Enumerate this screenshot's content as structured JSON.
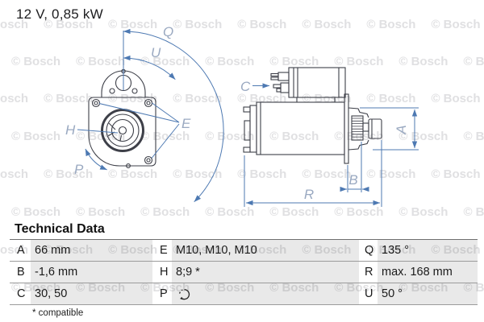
{
  "title": "12 V, 0,85 kW",
  "watermark": {
    "text": "© Bosch"
  },
  "diagram": {
    "front_labels": {
      "Q": "Q",
      "U": "U",
      "E": "E",
      "H": "H",
      "P": "P"
    },
    "side_labels": {
      "C": "C",
      "A": "A",
      "B": "B",
      "R": "R"
    }
  },
  "table": {
    "heading": "Technical Data",
    "rows": [
      {
        "c1": {
          "key": "A",
          "value": "66 mm"
        },
        "c2": {
          "key": "E",
          "value": "M10, M10, M10"
        },
        "c3": {
          "key": "Q",
          "value": "135 °"
        }
      },
      {
        "c1": {
          "key": "B",
          "value": "-1,6 mm"
        },
        "c2": {
          "key": "H",
          "value": "8;9 *"
        },
        "c3": {
          "key": "R",
          "value": "max. 168 mm"
        }
      },
      {
        "c1": {
          "key": "C",
          "value": "30, 50"
        },
        "c2": {
          "key": "P",
          "value": "",
          "icon": "counterclockwise-rotation"
        },
        "c3": {
          "key": "U",
          "value": "50 °"
        }
      }
    ],
    "footnote": "* compatible"
  },
  "colors": {
    "outline_dark": "#3d3f48",
    "dimension_blue": "#4d79b2",
    "label_blue": "#9aa9c1",
    "watermark_gray": "#e0e0e2",
    "cell_gray": "#e6e6e6"
  }
}
